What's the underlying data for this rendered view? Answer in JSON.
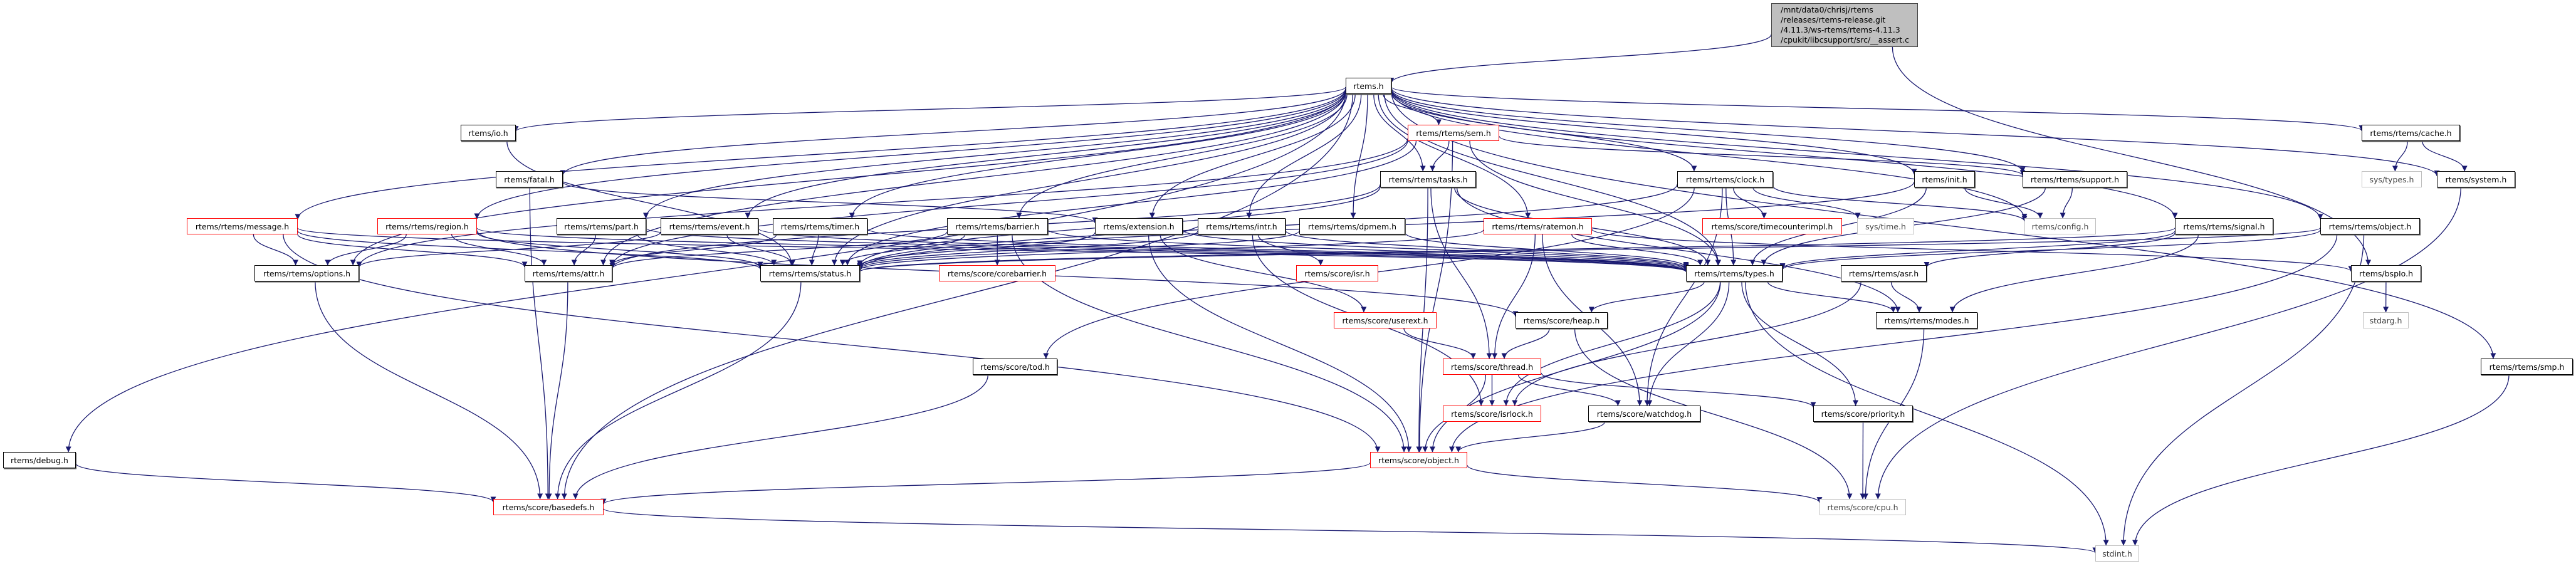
{
  "diagram": {
    "type": "include-dependency-graph",
    "colors": {
      "edge": "#191970",
      "node_border": "#000000",
      "incomplete_border": "#ff0000",
      "external_border": "#bfbfbf",
      "root_fill": "#bfbfbf"
    },
    "root": {
      "id": "assert_c",
      "lines": [
        "/mnt/data0/chrisj/rtems",
        "/releases/rtems-release.git",
        "/4.11.3/ws-rtems/rtems-4.11.3",
        "/cpukit/libcsupport/src/__assert.c"
      ]
    },
    "nodes": [
      {
        "id": "rtems_h",
        "label": "rtems.h",
        "kind": "normal"
      },
      {
        "id": "io_h",
        "label": "rtems/io.h",
        "kind": "normal"
      },
      {
        "id": "sem_h",
        "label": "rtems/rtems/sem.h",
        "kind": "incomplete"
      },
      {
        "id": "cache_h",
        "label": "rtems/rtems/cache.h",
        "kind": "normal"
      },
      {
        "id": "fatal_h",
        "label": "rtems/fatal.h",
        "kind": "normal"
      },
      {
        "id": "tasks_h",
        "label": "rtems/rtems/tasks.h",
        "kind": "normal"
      },
      {
        "id": "clock_h",
        "label": "rtems/rtems/clock.h",
        "kind": "normal"
      },
      {
        "id": "init_h",
        "label": "rtems/init.h",
        "kind": "normal"
      },
      {
        "id": "support_h",
        "label": "rtems/rtems/support.h",
        "kind": "normal"
      },
      {
        "id": "systypes_h",
        "label": "sys/types.h",
        "kind": "external"
      },
      {
        "id": "system_h",
        "label": "rtems/system.h",
        "kind": "normal"
      },
      {
        "id": "message_h",
        "label": "rtems/rtems/message.h",
        "kind": "incomplete"
      },
      {
        "id": "region_h",
        "label": "rtems/rtems/region.h",
        "kind": "incomplete"
      },
      {
        "id": "part_h",
        "label": "rtems/rtems/part.h",
        "kind": "normal"
      },
      {
        "id": "event_h",
        "label": "rtems/rtems/event.h",
        "kind": "normal"
      },
      {
        "id": "timer_h",
        "label": "rtems/rtems/timer.h",
        "kind": "normal"
      },
      {
        "id": "barrier_h",
        "label": "rtems/rtems/barrier.h",
        "kind": "normal"
      },
      {
        "id": "extension_h",
        "label": "rtems/extension.h",
        "kind": "normal"
      },
      {
        "id": "intr_h",
        "label": "rtems/rtems/intr.h",
        "kind": "normal"
      },
      {
        "id": "dpmem_h",
        "label": "rtems/rtems/dpmem.h",
        "kind": "normal"
      },
      {
        "id": "ratemon_h",
        "label": "rtems/rtems/ratemon.h",
        "kind": "incomplete"
      },
      {
        "id": "timecounterimpl_h",
        "label": "rtems/score/timecounterimpl.h",
        "kind": "incomplete"
      },
      {
        "id": "systime_h",
        "label": "sys/time.h",
        "kind": "external"
      },
      {
        "id": "config_h",
        "label": "rtems/config.h",
        "kind": "external"
      },
      {
        "id": "signal_h",
        "label": "rtems/rtems/signal.h",
        "kind": "normal"
      },
      {
        "id": "robject_h",
        "label": "rtems/rtems/object.h",
        "kind": "normal"
      },
      {
        "id": "options_h",
        "label": "rtems/rtems/options.h",
        "kind": "normal"
      },
      {
        "id": "attr_h",
        "label": "rtems/rtems/attr.h",
        "kind": "normal"
      },
      {
        "id": "status_h",
        "label": "rtems/rtems/status.h",
        "kind": "normal"
      },
      {
        "id": "corebarrier_h",
        "label": "rtems/score/corebarrier.h",
        "kind": "incomplete"
      },
      {
        "id": "isr_h",
        "label": "rtems/score/isr.h",
        "kind": "incomplete"
      },
      {
        "id": "types_h",
        "label": "rtems/rtems/types.h",
        "kind": "normal"
      },
      {
        "id": "asr_h",
        "label": "rtems/rtems/asr.h",
        "kind": "normal"
      },
      {
        "id": "bspio_h",
        "label": "rtems/bspIo.h",
        "kind": "normal"
      },
      {
        "id": "userext_h",
        "label": "rtems/score/userext.h",
        "kind": "incomplete"
      },
      {
        "id": "heap_h",
        "label": "rtems/score/heap.h",
        "kind": "normal"
      },
      {
        "id": "modes_h",
        "label": "rtems/rtems/modes.h",
        "kind": "normal"
      },
      {
        "id": "stdarg_h",
        "label": "stdarg.h",
        "kind": "external"
      },
      {
        "id": "tod_h",
        "label": "rtems/score/tod.h",
        "kind": "normal"
      },
      {
        "id": "thread_h",
        "label": "rtems/score/thread.h",
        "kind": "incomplete"
      },
      {
        "id": "smp_h",
        "label": "rtems/rtems/smp.h",
        "kind": "normal"
      },
      {
        "id": "isrlock_h",
        "label": "rtems/score/isrlock.h",
        "kind": "incomplete"
      },
      {
        "id": "watchdog_h",
        "label": "rtems/score/watchdog.h",
        "kind": "normal"
      },
      {
        "id": "priority_h",
        "label": "rtems/score/priority.h",
        "kind": "normal"
      },
      {
        "id": "debug_h",
        "label": "rtems/debug.h",
        "kind": "normal"
      },
      {
        "id": "sobject_h",
        "label": "rtems/score/object.h",
        "kind": "incomplete"
      },
      {
        "id": "basedefs_h",
        "label": "rtems/score/basedefs.h",
        "kind": "incomplete"
      },
      {
        "id": "cpu_h",
        "label": "rtems/score/cpu.h",
        "kind": "external"
      },
      {
        "id": "stdint_h",
        "label": "stdint.h",
        "kind": "external"
      }
    ],
    "edges": [
      [
        "assert_c",
        "rtems_h"
      ],
      [
        "assert_c",
        "bspio_h"
      ],
      [
        "rtems_h",
        "io_h"
      ],
      [
        "rtems_h",
        "fatal_h"
      ],
      [
        "rtems_h",
        "debug_h"
      ],
      [
        "rtems_h",
        "message_h"
      ],
      [
        "rtems_h",
        "region_h"
      ],
      [
        "rtems_h",
        "part_h"
      ],
      [
        "rtems_h",
        "event_h"
      ],
      [
        "rtems_h",
        "timer_h"
      ],
      [
        "rtems_h",
        "barrier_h"
      ],
      [
        "rtems_h",
        "extension_h"
      ],
      [
        "rtems_h",
        "intr_h"
      ],
      [
        "rtems_h",
        "dpmem_h"
      ],
      [
        "rtems_h",
        "sem_h"
      ],
      [
        "rtems_h",
        "tasks_h"
      ],
      [
        "rtems_h",
        "ratemon_h"
      ],
      [
        "rtems_h",
        "clock_h"
      ],
      [
        "rtems_h",
        "init_h"
      ],
      [
        "rtems_h",
        "support_h"
      ],
      [
        "rtems_h",
        "config_h"
      ],
      [
        "rtems_h",
        "signal_h"
      ],
      [
        "rtems_h",
        "robject_h"
      ],
      [
        "rtems_h",
        "cache_h"
      ],
      [
        "rtems_h",
        "system_h"
      ],
      [
        "rtems_h",
        "smp_h"
      ],
      [
        "rtems_h",
        "types_h"
      ],
      [
        "rtems_h",
        "status_h"
      ],
      [
        "rtems_h",
        "options_h"
      ],
      [
        "rtems_h",
        "attr_h"
      ],
      [
        "rtems_h",
        "basedefs_h"
      ],
      [
        "io_h",
        "status_h"
      ],
      [
        "fatal_h",
        "basedefs_h"
      ],
      [
        "fatal_h",
        "extension_h"
      ],
      [
        "sem_h",
        "tasks_h"
      ],
      [
        "sem_h",
        "types_h"
      ],
      [
        "sem_h",
        "attr_h"
      ],
      [
        "sem_h",
        "options_h"
      ],
      [
        "sem_h",
        "status_h"
      ],
      [
        "sem_h",
        "support_h"
      ],
      [
        "sem_h",
        "sobject_h"
      ],
      [
        "tasks_h",
        "types_h"
      ],
      [
        "tasks_h",
        "status_h"
      ],
      [
        "tasks_h",
        "modes_h"
      ],
      [
        "tasks_h",
        "thread_h"
      ],
      [
        "tasks_h",
        "sobject_h"
      ],
      [
        "tasks_h",
        "attr_h"
      ],
      [
        "clock_h",
        "types_h"
      ],
      [
        "clock_h",
        "status_h"
      ],
      [
        "clock_h",
        "timecounterimpl_h"
      ],
      [
        "clock_h",
        "systime_h"
      ],
      [
        "clock_h",
        "watchdog_h"
      ],
      [
        "clock_h",
        "tod_h"
      ],
      [
        "clock_h",
        "config_h"
      ],
      [
        "init_h",
        "config_h"
      ],
      [
        "init_h",
        "types_h"
      ],
      [
        "init_h",
        "status_h"
      ],
      [
        "support_h",
        "config_h"
      ],
      [
        "support_h",
        "types_h"
      ],
      [
        "cache_h",
        "systypes_h"
      ],
      [
        "cache_h",
        "system_h"
      ],
      [
        "system_h",
        "cpu_h"
      ],
      [
        "message_h",
        "options_h"
      ],
      [
        "message_h",
        "attr_h"
      ],
      [
        "message_h",
        "status_h"
      ],
      [
        "message_h",
        "types_h"
      ],
      [
        "message_h",
        "sobject_h"
      ],
      [
        "region_h",
        "options_h"
      ],
      [
        "region_h",
        "attr_h"
      ],
      [
        "region_h",
        "status_h"
      ],
      [
        "region_h",
        "types_h"
      ],
      [
        "region_h",
        "heap_h"
      ],
      [
        "part_h",
        "attr_h"
      ],
      [
        "part_h",
        "status_h"
      ],
      [
        "part_h",
        "types_h"
      ],
      [
        "event_h",
        "options_h"
      ],
      [
        "event_h",
        "status_h"
      ],
      [
        "event_h",
        "types_h"
      ],
      [
        "timer_h",
        "attr_h"
      ],
      [
        "timer_h",
        "status_h"
      ],
      [
        "timer_h",
        "types_h"
      ],
      [
        "barrier_h",
        "attr_h"
      ],
      [
        "barrier_h",
        "status_h"
      ],
      [
        "barrier_h",
        "types_h"
      ],
      [
        "barrier_h",
        "corebarrier_h"
      ],
      [
        "barrier_h",
        "sobject_h"
      ],
      [
        "extension_h",
        "status_h"
      ],
      [
        "extension_h",
        "types_h"
      ],
      [
        "extension_h",
        "userext_h"
      ],
      [
        "extension_h",
        "sobject_h"
      ],
      [
        "intr_h",
        "types_h"
      ],
      [
        "intr_h",
        "isr_h"
      ],
      [
        "intr_h",
        "isrlock_h"
      ],
      [
        "intr_h",
        "status_h"
      ],
      [
        "dpmem_h",
        "types_h"
      ],
      [
        "dpmem_h",
        "status_h"
      ],
      [
        "ratemon_h",
        "types_h"
      ],
      [
        "ratemon_h",
        "status_h"
      ],
      [
        "ratemon_h",
        "thread_h"
      ],
      [
        "ratemon_h",
        "watchdog_h"
      ],
      [
        "ratemon_h",
        "bspio_h"
      ],
      [
        "signal_h",
        "types_h"
      ],
      [
        "signal_h",
        "asr_h"
      ],
      [
        "signal_h",
        "modes_h"
      ],
      [
        "signal_h",
        "status_h"
      ],
      [
        "robject_h",
        "types_h"
      ],
      [
        "robject_h",
        "status_h"
      ],
      [
        "robject_h",
        "sobject_h"
      ],
      [
        "robject_h",
        "stdint_h"
      ],
      [
        "options_h",
        "basedefs_h"
      ],
      [
        "attr_h",
        "basedefs_h"
      ],
      [
        "status_h",
        "basedefs_h"
      ],
      [
        "types_h",
        "heap_h"
      ],
      [
        "types_h",
        "modes_h"
      ],
      [
        "types_h",
        "priority_h"
      ],
      [
        "types_h",
        "watchdog_h"
      ],
      [
        "types_h",
        "sobject_h"
      ],
      [
        "types_h",
        "stdint_h"
      ],
      [
        "types_h",
        "isrlock_h"
      ],
      [
        "asr_h",
        "modes_h"
      ],
      [
        "asr_h",
        "isrlock_h"
      ],
      [
        "bspio_h",
        "stdarg_h"
      ],
      [
        "userext_h",
        "thread_h"
      ],
      [
        "heap_h",
        "thread_h"
      ],
      [
        "heap_h",
        "cpu_h"
      ],
      [
        "modes_h",
        "cpu_h"
      ],
      [
        "tod_h",
        "basedefs_h"
      ],
      [
        "thread_h",
        "sobject_h"
      ],
      [
        "thread_h",
        "isrlock_h"
      ],
      [
        "thread_h",
        "watchdog_h"
      ],
      [
        "thread_h",
        "priority_h"
      ],
      [
        "watchdog_h",
        "sobject_h"
      ],
      [
        "priority_h",
        "cpu_h"
      ],
      [
        "smp_h",
        "stdint_h"
      ],
      [
        "debug_h",
        "basedefs_h"
      ],
      [
        "sobject_h",
        "basedefs_h"
      ],
      [
        "sobject_h",
        "cpu_h"
      ],
      [
        "basedefs_h",
        "stdint_h"
      ]
    ]
  }
}
